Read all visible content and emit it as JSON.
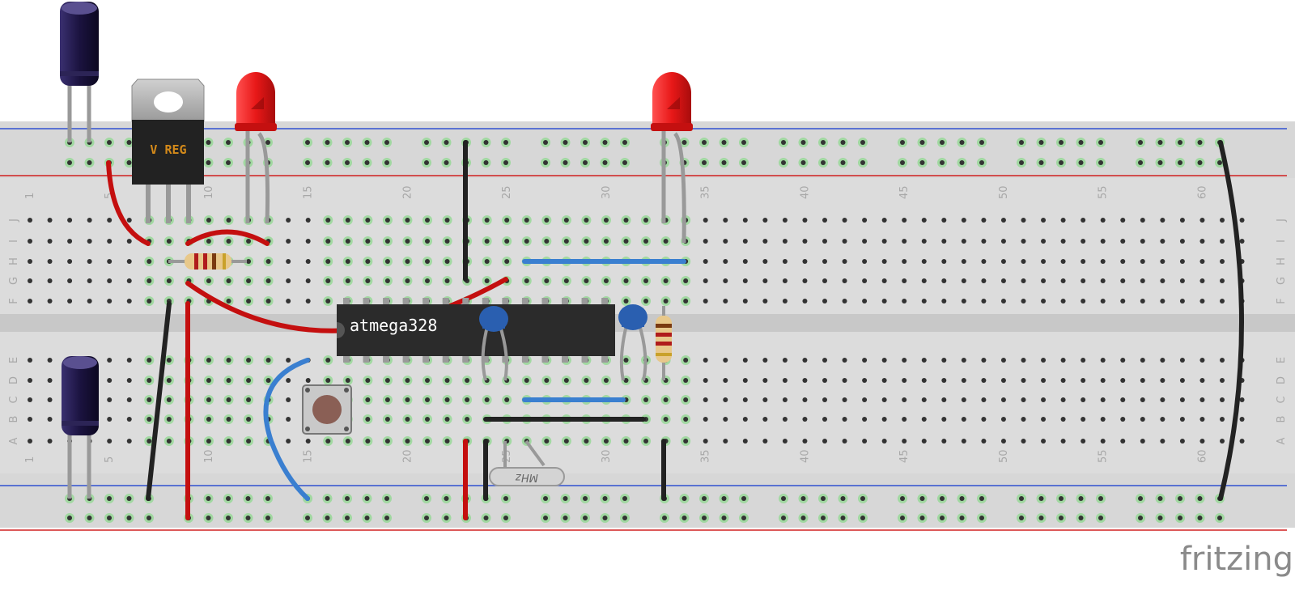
{
  "brand": "fritzing",
  "column_numbers": [
    "1",
    "5",
    "10",
    "15",
    "20",
    "25",
    "30",
    "35",
    "40",
    "45",
    "50",
    "55",
    "60"
  ],
  "top_row_letters": [
    "J",
    "I",
    "H",
    "G",
    "F"
  ],
  "bottom_row_letters": [
    "E",
    "D",
    "C",
    "B",
    "A"
  ],
  "parts": {
    "regulator_label": "V REG",
    "chip_label": "atmega328",
    "crystal_label": "MHz"
  },
  "colors": {
    "board": "#dcdcdc",
    "rail_blue": "#3050d0",
    "rail_red": "#d02020",
    "hole": "#333333",
    "hole_active": "#8fd18f",
    "wire_red": "#c40f0f",
    "wire_black": "#222222",
    "wire_blue": "#3a7fd0",
    "led": "#e81818",
    "capacitor": "#1b1340",
    "ceramic_cap": "#2a5fb0",
    "chip": "#2b2b2b"
  }
}
